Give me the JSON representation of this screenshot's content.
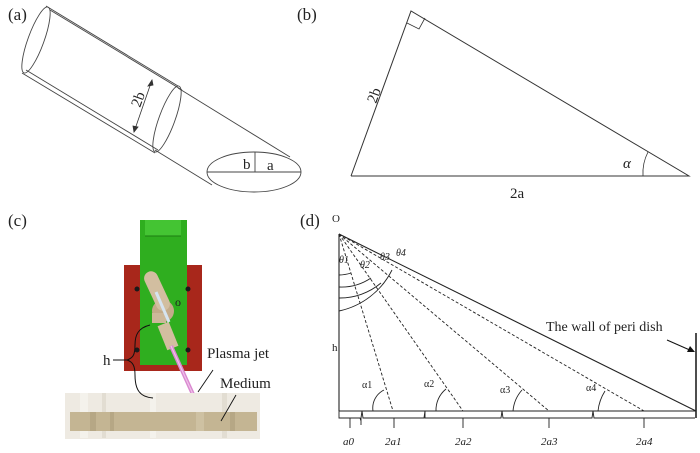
{
  "panels": {
    "a": {
      "label": "(a)",
      "diameter_label": "2b",
      "semi_minor_label": "b",
      "semi_major_label": "a"
    },
    "b": {
      "label": "(b)",
      "side_label": "2b",
      "base_label": "2a",
      "angle_label": "α"
    },
    "c": {
      "label": "(c)",
      "origin_label": "o",
      "height_label": "h",
      "plasma_jet_label": "Plasma jet",
      "medium_label": "Medium",
      "colors": {
        "stand": "#2fae1f",
        "plate": "#a8271b",
        "nozzle": "#cdb89a",
        "jet": "#d98ad0",
        "medium": "#c4b593",
        "dish": "#eeeae2"
      }
    },
    "d": {
      "label": "(d)",
      "origin_label": "O",
      "height_label": "h",
      "wall_label": "The wall of peri dish",
      "theta_labels": [
        "θ1",
        "θ2",
        "θ3",
        "θ4"
      ],
      "alpha_labels": [
        "α1",
        "α2",
        "α3",
        "α4"
      ],
      "segment_labels": [
        "a0",
        "2a1",
        "2a2",
        "2a3",
        "2a4"
      ]
    }
  }
}
